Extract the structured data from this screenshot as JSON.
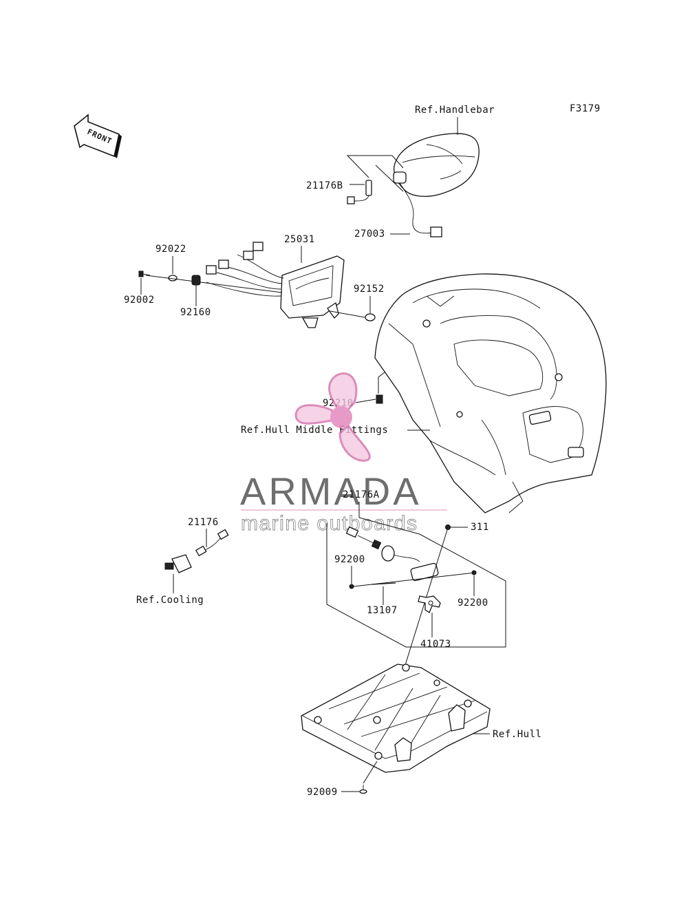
{
  "diagram_code": "F3179",
  "front_arrow": "FRONT",
  "references": {
    "handlebar": "Ref.Handlebar",
    "hull_middle": "Ref.Hull Middle Fittings",
    "cooling": "Ref.Cooling",
    "hull": "Ref.Hull"
  },
  "parts": {
    "p21176B": "21176B",
    "p27003": "27003",
    "p25031": "25031",
    "p92022": "92022",
    "p92002": "92002",
    "p92160": "92160",
    "p92152": "92152",
    "p92210": "92210",
    "p21176A": "21176A",
    "p311": "311",
    "p21176": "21176",
    "p92200_left": "92200",
    "p92200_right": "92200",
    "p13107": "13107",
    "p41073": "41073",
    "p92009": "92009"
  },
  "watermark": {
    "brand": "ARMADA",
    "tagline": "marine outboards",
    "colors": {
      "logo_pink": "#e389bb",
      "text_gray": "#6e6e6e"
    }
  },
  "icons": [
    "front-arrow-icon",
    "propeller-logo-icon"
  ]
}
